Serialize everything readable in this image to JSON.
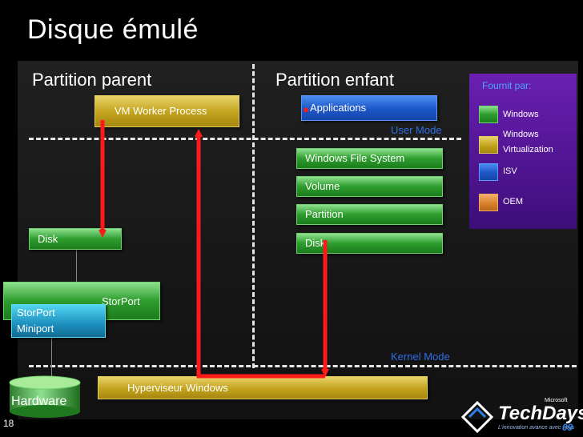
{
  "slide": {
    "title": "Disque émulé",
    "number": "18"
  },
  "sections": {
    "parent": "Partition parent",
    "child": "Partition enfant"
  },
  "modes": {
    "user": "User Mode",
    "kernel": "Kernel Mode"
  },
  "boxes": {
    "vm_worker": "VM Worker Process",
    "applications": "Applications",
    "wfs": "Windows File System",
    "volume": "Volume",
    "partition": "Partition",
    "disk_child": "Disk",
    "disk_parent": "Disk",
    "storport": "StorPort",
    "storport_mini_1": "StorPort",
    "storport_mini_2": "Miniport",
    "hypervisor": "Hyperviseur Windows",
    "hardware": "Hardware"
  },
  "legend": {
    "title": "Fournit par:",
    "items": [
      {
        "label": "Windows",
        "color": "#2e9d2e"
      },
      {
        "label": "Windows",
        "color": "#c2a21c"
      },
      {
        "label": "Virtualization",
        "color": "#c2a21c"
      },
      {
        "label": "ISV",
        "color": "#1c56c8"
      },
      {
        "label": "OEM",
        "color": "#d57e28"
      }
    ]
  },
  "logo": {
    "brand": "Microsoft",
    "name": "TechDays",
    "tagline": "L'innovation avance avec vous",
    "year": "09"
  },
  "colors": {
    "arrow": "#ff1a1a",
    "mode_text": "#2f6fe6",
    "legend_bg": "#5a1aa0"
  }
}
